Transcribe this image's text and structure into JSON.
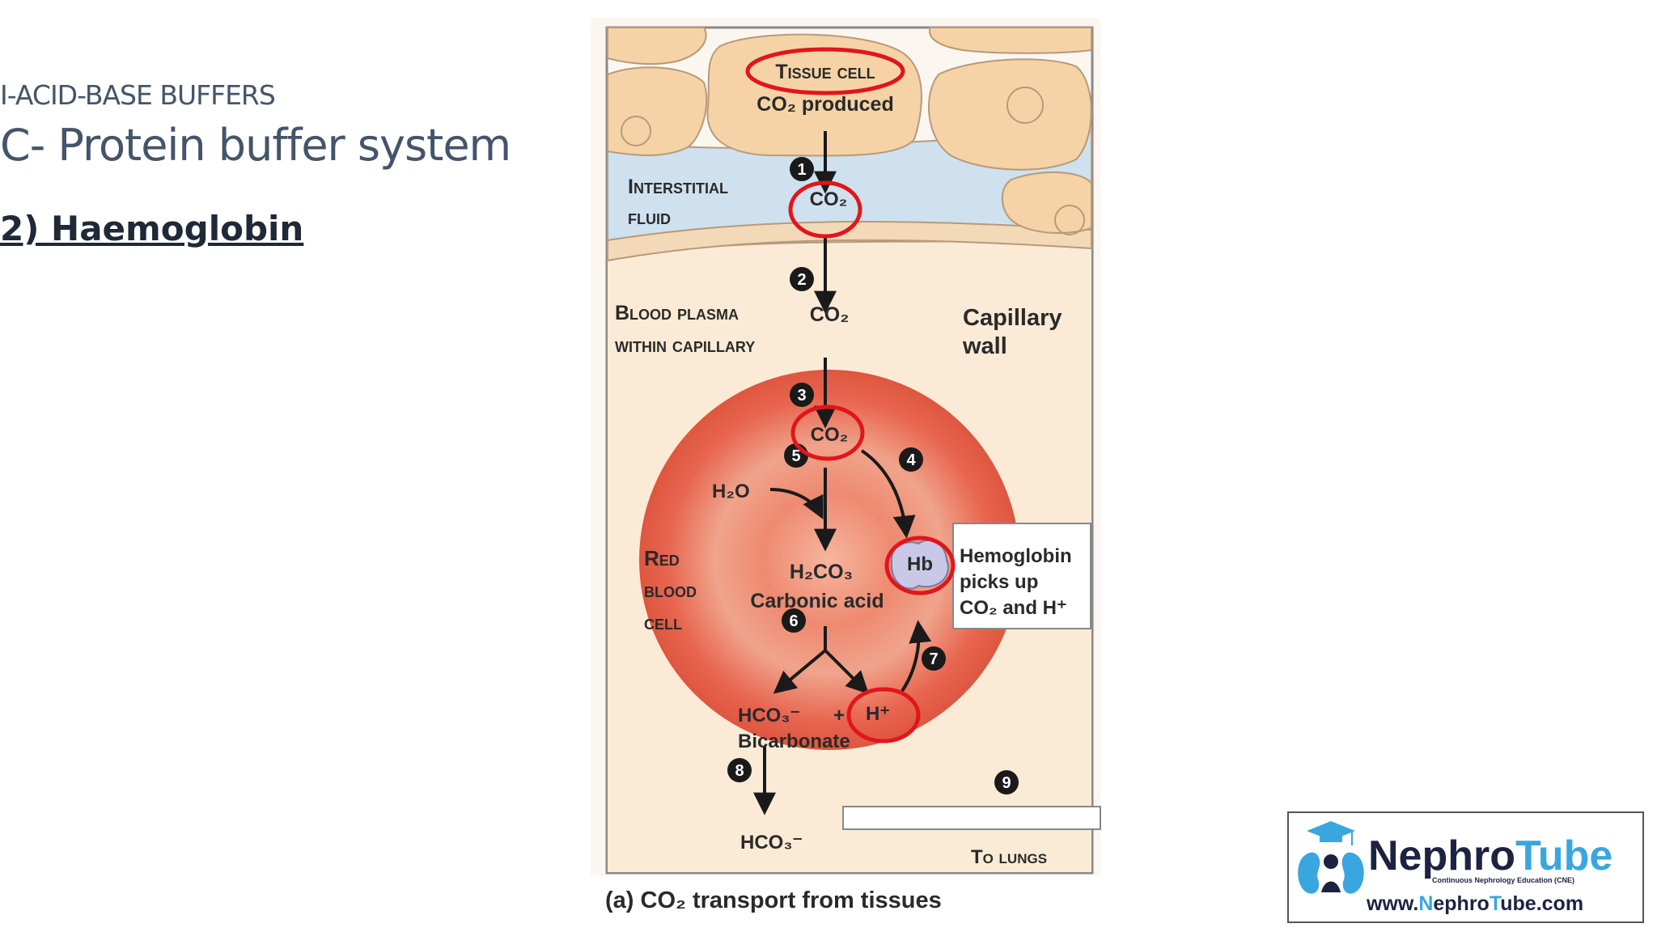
{
  "slide": {
    "section_label": "I-ACID-BASE BUFFERS",
    "title": "C- Protein buffer system",
    "subheading": "2) Haemoglobin"
  },
  "diagram": {
    "labels": {
      "tissue_cell": "Tissue cell",
      "co2_produced": "CO₂ produced",
      "interstitial_fluid_1": "Interstitial",
      "interstitial_fluid_2": "fluid",
      "co2_interstitial": "CO₂",
      "blood_plasma_1": "Blood plasma",
      "blood_plasma_2": "within capillary",
      "co2_plasma": "CO₂",
      "capillary_wall_1": "Capillary",
      "capillary_wall_2": "wall",
      "co2_rbc": "CO₂",
      "h2o": "H₂O",
      "red_blood_cell_1": "Red",
      "red_blood_cell_2": "blood",
      "red_blood_cell_3": "cell",
      "h2co3": "H₂CO₃",
      "carbonic_acid": "Carbonic acid",
      "hb": "Hb",
      "hemoglobin_note_1": "Hemoglobin",
      "hemoglobin_note_2": "picks up",
      "hemoglobin_note_3": "CO₂ and H⁺",
      "hco3_rbc": "HCO₃⁻",
      "plus": "+",
      "h_plus": "H⁺",
      "bicarbonate": "Bicarbonate",
      "hco3_plasma": "HCO₃⁻",
      "to_lungs": "To lungs",
      "caption": "(a) CO₂ transport from tissues"
    },
    "step_numbers": [
      "1",
      "2",
      "3",
      "4",
      "5",
      "6",
      "7",
      "8",
      "9"
    ],
    "colors": {
      "tissue": "#f6d3a6",
      "interstitial": "#cfe1ee",
      "plasma": "#fbebd6",
      "rbc": "#e8654f",
      "highlight_circle": "#e0161b",
      "hb_fill": "#c9c8e6"
    }
  },
  "logo": {
    "brand_dark": "Nephro",
    "brand_light": "Tube",
    "tagline": "Continuous Nephrology Education (CNE)",
    "url_prefix": "www.",
    "url_n": "N",
    "url_mid": "ephro",
    "url_t": "T",
    "url_suffix": "ube.com",
    "colors": {
      "dark": "#1c2340",
      "light": "#3aa6e0"
    }
  }
}
